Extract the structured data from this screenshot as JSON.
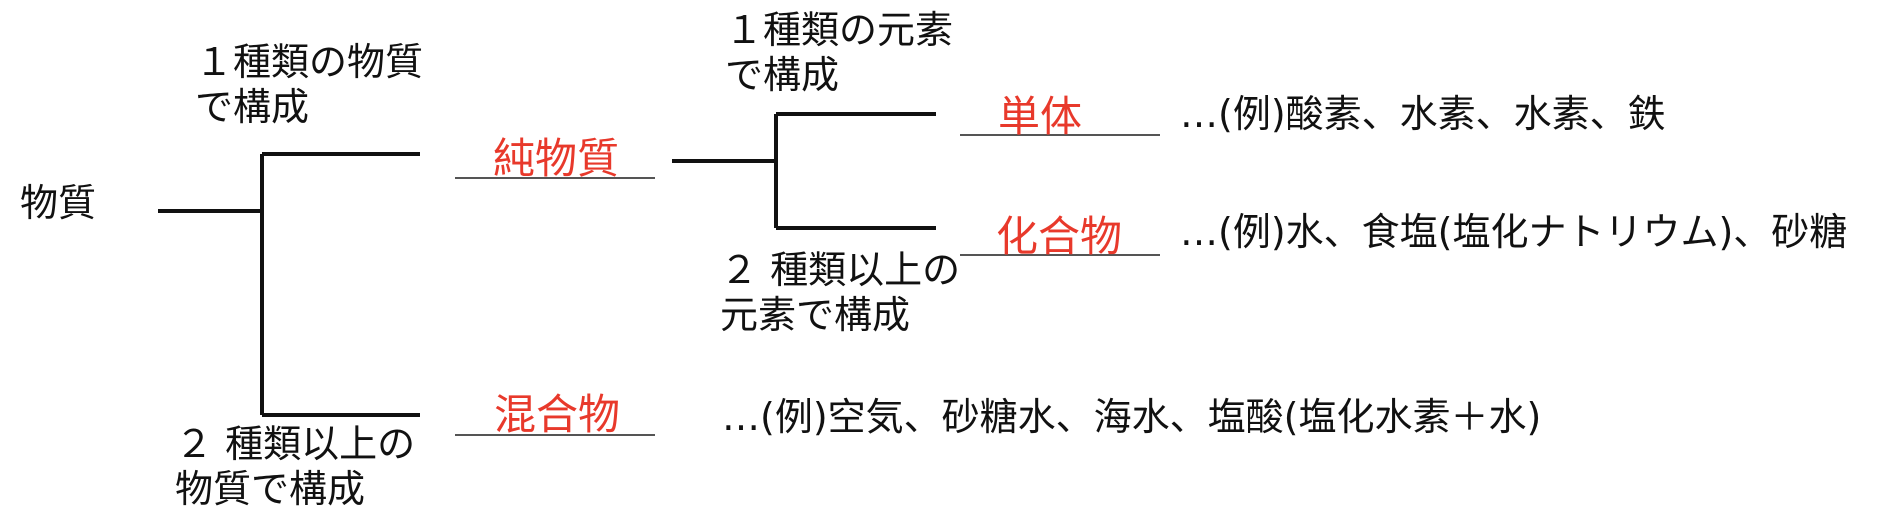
{
  "root": {
    "label": "物質"
  },
  "branches": {
    "one_substance": "１種類の物質\nで構成",
    "two_substances": "２ 種類以上の\n物質で構成",
    "one_element": "１種類の元素\nで構成",
    "two_elements": "２ 種類以上の\n元素で構成"
  },
  "answers": {
    "pure": "純物質",
    "mixture": "混合物",
    "element": "単体",
    "compound": "化合物"
  },
  "examples": {
    "element": "…(例)酸素、水素、水素、鉄",
    "compound": "…(例)水、食塩(塩化ナトリウム)、砂糖",
    "mixture": "…(例)空気、砂糖水、海水、塩酸(塩化水素＋水)"
  },
  "colors": {
    "line": "#111111",
    "answer": "#e8392b",
    "underline": "#555555"
  }
}
